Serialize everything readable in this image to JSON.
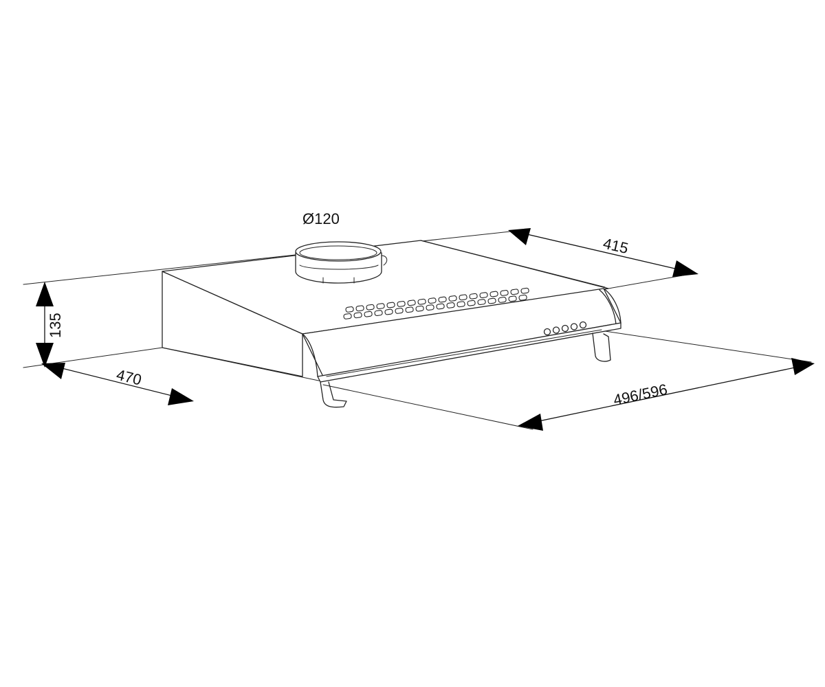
{
  "diagram": {
    "dimensions": {
      "duct_diameter": "Ø120",
      "depth_top": "415",
      "height": "135",
      "depth_bottom": "470",
      "width": "496/596"
    },
    "colors": {
      "line": "#222222",
      "arrow": "#000000",
      "background": "#ffffff"
    }
  }
}
